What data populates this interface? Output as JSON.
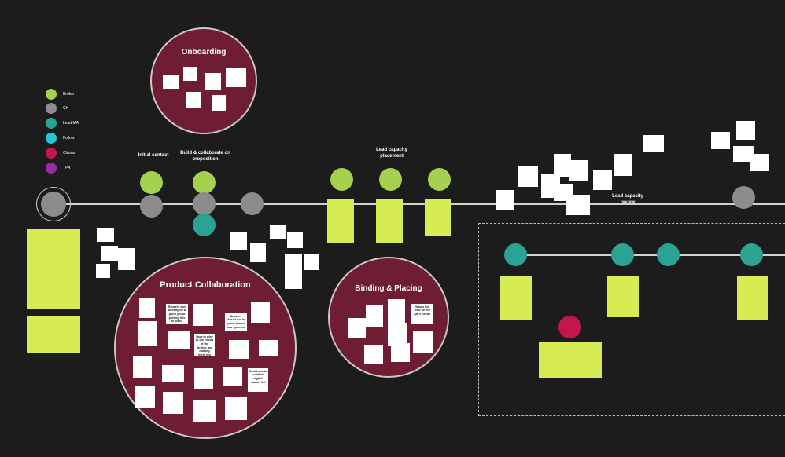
{
  "legend": [
    {
      "label": "Broker",
      "color": "#a4d14e"
    },
    {
      "label": "CH",
      "color": "#8c8c8c"
    },
    {
      "label": "Lead MA",
      "color": "#2aa394"
    },
    {
      "label": "Follow",
      "color": "#20c6d6"
    },
    {
      "label": "Claims",
      "color": "#c2174b"
    },
    {
      "label": "TPA",
      "color": "#9c2aa6"
    }
  ],
  "stages": {
    "onboarding": "Onboarding",
    "initial_contact": "Initial contact",
    "build_collaborate": "Build & collaborate on proposition",
    "lead_capacity_placement": "Lead capacity placement",
    "lead_capacity_review": "Lead capacity review",
    "product_collaboration": "Product Collaboration",
    "binding_placing": "Binding & Placing"
  },
  "product_big_notes": [
    "Brokers can already do a good job of putting this in place",
    "How to play to the needs of the broker, as making them big",
    "Brokers should not be push-based in a sponsor",
    "Could use to created digital market list"
  ],
  "binding_big_note": "Who's the lead on the gift's need?",
  "legend_colors": {
    "mid": "#2aa394",
    "gray": "#8c8c8c",
    "broker": "#a4d14e",
    "claims": "#c2174b"
  }
}
